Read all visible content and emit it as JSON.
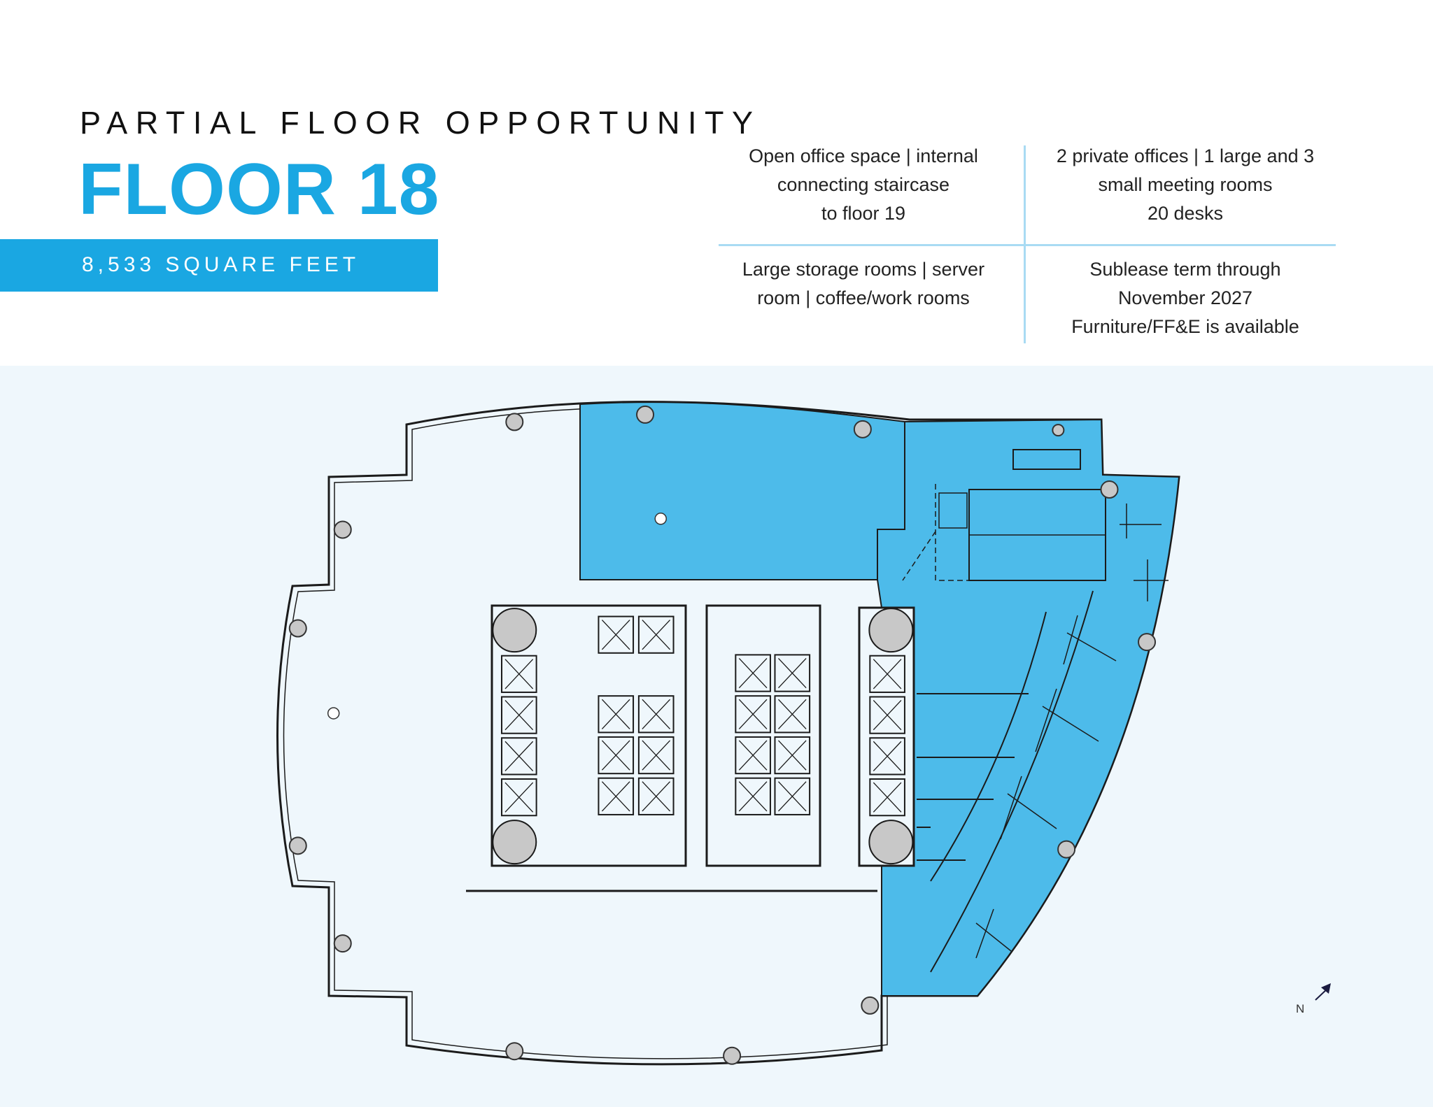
{
  "header": {
    "kicker": "PARTIAL FLOOR OPPORTUNITY",
    "title": "FLOOR 18",
    "area": "8,533 SQUARE FEET"
  },
  "features": [
    {
      "lines": [
        "Open office space | internal",
        "connecting staircase",
        "to floor 19"
      ]
    },
    {
      "lines": [
        "2 private offices | 1 large and 3",
        "small meeting rooms",
        "20 desks"
      ]
    },
    {
      "lines": [
        "Large storage rooms | server",
        "room | coffee/work rooms"
      ]
    },
    {
      "lines": [
        "Sublease term through",
        "November 2027",
        "Furniture/FF&E is available"
      ]
    }
  ],
  "plan": {
    "north_label": "N",
    "colors": {
      "accent": "#1aa7e2",
      "available_space": "#4dbbea",
      "background": "#eff7fc",
      "divider": "#a9dbf3",
      "column": "#c8c8c8",
      "wall": "#1b1b1b"
    }
  }
}
